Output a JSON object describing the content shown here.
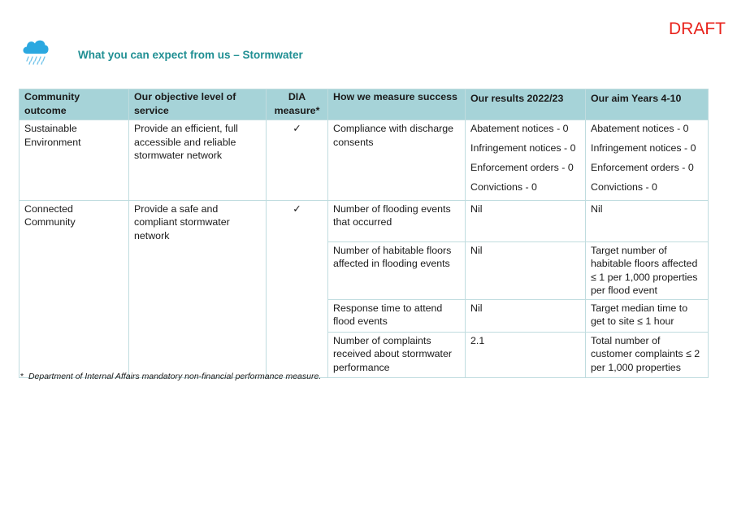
{
  "draft_label": "DRAFT",
  "title": "What you can expect from us – Stormwater",
  "icons": {
    "header": "rain-cloud-icon"
  },
  "colors": {
    "title": "#1f8f93",
    "header_bg": "#a6d3d8",
    "draft": "#e8231c",
    "cloud": "#2ba8e0"
  },
  "table": {
    "headers": [
      "Community outcome",
      "Our objective level of service",
      "DIA measure*",
      "How we measure success",
      "Our results 2022/23",
      "Our aim Years 4-10"
    ],
    "groups": [
      {
        "outcome": "Sustainable Environment",
        "objective": "Provide an efficient, full accessible and reliable stormwater network",
        "dia": "✓",
        "measures": [
          {
            "measure": "Compliance with discharge consents",
            "results": [
              "Abatement notices - 0",
              "Infringement notices - 0",
              "Enforcement orders - 0",
              "Convictions - 0"
            ],
            "aims": [
              "Abatement notices - 0",
              "Infringement notices - 0",
              "Enforcement orders - 0",
              "Convictions - 0"
            ]
          }
        ]
      },
      {
        "outcome": "Connected Community",
        "objective": "Provide a safe and compliant stormwater network",
        "dia": "✓",
        "measures": [
          {
            "measure": "Number of flooding events that occurred",
            "result": "Nil",
            "aim": "Nil"
          },
          {
            "measure": "Number of habitable floors affected in flooding events",
            "result": "Nil",
            "aim": "Target number of habitable floors affected ≤ 1 per 1,000 properties per flood event"
          },
          {
            "measure": "Response time to attend flood events",
            "result": "Nil",
            "aim": "Target median time to get to site ≤ 1 hour"
          },
          {
            "measure": "Number of complaints received about stormwater performance",
            "result": "2.1",
            "aim": "Total number of customer complaints ≤ 2 per 1,000 properties"
          }
        ]
      }
    ]
  },
  "footnote": {
    "marker": "*",
    "text": "Department of Internal Affairs mandatory non-financial performance measure."
  }
}
